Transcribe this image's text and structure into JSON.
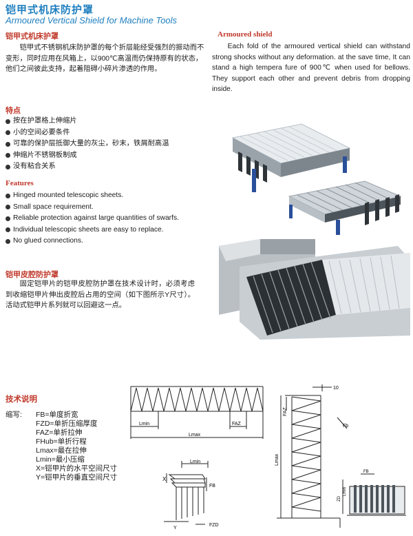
{
  "header": {
    "title_cn": "铠甲式机床防护罩",
    "title_en": "Armoured Vertical Shield for Machine Tools"
  },
  "intro": {
    "heading_cn": "铠甲式机床护罩",
    "body_cn": "铠甲式不锈钢机床防护罩的每个折层能经受强烈的振动而不变形，同时应用在风箱上，以900℃高温而仍保持原有的状态，他们之间彼此支持，起着阻碍小碎片渗透的作用。",
    "heading_en": "Armoured shield",
    "body_en": "Each fold of the armoured vertical shield can withstand strong shocks without any deformation. at the save time, It can stand a high tempera fure of 900℃ when used for bellows. They support each other and prevent debris from dropping inside."
  },
  "features_cn": {
    "heading": "特点",
    "items": [
      "按在护罩格上伸缩片",
      "小的空间必要条件",
      "可靠的保护层抵御大量的灰尘，砂末，铁屑耐高温",
      "伸缩片不锈钢板制成",
      "没有粘合关系"
    ]
  },
  "features_en": {
    "heading": "Features",
    "items": [
      "Hinged mounted telescopic sheets.",
      "Small space requirement.",
      "Reliable protection against large quantities of swarfs.",
      "Individual telescopic sheets are easy to replace.",
      "No glued connections."
    ]
  },
  "skin": {
    "heading": "铠甲皮腔防护罩",
    "body": "固定铠甲片的铠甲皮腔防护罩在技术设计时，必须考虑到收缩铠甲片伸出皮腔后占用的空间（如下图所示Y尺寸）。活动式铠甲片系列就可以回避这一点。"
  },
  "tech": {
    "heading": "技术说明",
    "abbr_label": "缩写:",
    "items": [
      "FB=单度折宽",
      "FZD=单折压缩厚度",
      "FAZ=单折拉伸",
      "FHub=单折行程",
      "Lmax=最在拉伸",
      "Lmin=最小压缩",
      "X=铠甲片的水平空间尺寸",
      "Y=铠甲片的垂直空间尺寸"
    ]
  },
  "diagram_labels": {
    "lmin": "Lmin",
    "faz": "FAZ",
    "lmax": "Lmax",
    "fb": "FB",
    "fzd": "FZD",
    "x": "X",
    "y": "Y",
    "ten": "10",
    "fb_right": "FB",
    "zd_right": "ZD",
    "lmax_right": "Lmax",
    "lmin_right": "Lmin",
    "faz_right": "FAZ",
    "fb_small": "Fb"
  },
  "colors": {
    "title_blue": "#1f7fbf",
    "section_red": "#c0392b"
  }
}
